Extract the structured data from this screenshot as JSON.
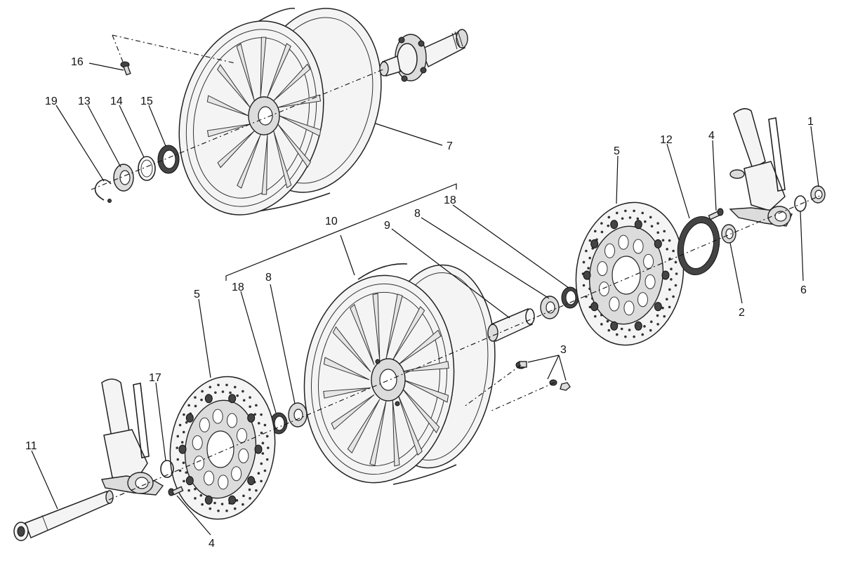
{
  "labels": {
    "l1": "1",
    "l2": "2",
    "l3": "3",
    "l4a": "4",
    "l4b": "4",
    "l5a": "5",
    "l5b": "5",
    "l6": "6",
    "l7": "7",
    "l8a": "8",
    "l8b": "8",
    "l9": "9",
    "l10": "10",
    "l11": "11",
    "l12": "12",
    "l13": "13",
    "l14": "14",
    "l15": "15",
    "l16": "16",
    "l17": "17",
    "l18a": "18",
    "l18b": "18",
    "l19": "19"
  }
}
